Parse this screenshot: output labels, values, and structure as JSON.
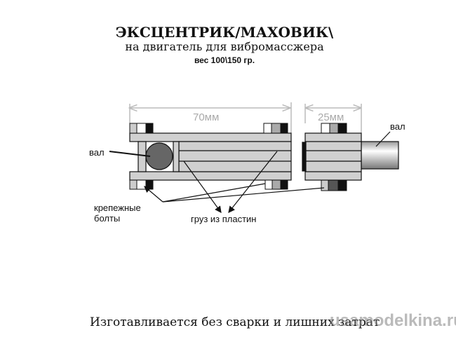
{
  "title": "ЭКСЦЕНТРИК/МАХОВИК\\",
  "subtitle": "на двигатель для вибромассжера",
  "weight": "вес 100\\150 гр.",
  "dimensions": {
    "left": "70мм",
    "right": "25мм"
  },
  "labels": {
    "shaft_left": "вал",
    "shaft_right": "вал",
    "bolts_line1": "крепежные",
    "bolts_line2": "болты",
    "weights": "груз из пластин"
  },
  "footer": "Изготавливается без сварки и лишних затрат",
  "watermark": "usamodelkina.ru",
  "colors": {
    "plate": "#d0d0d0",
    "shaft": "#666666",
    "dim": "#bbbbbb"
  }
}
